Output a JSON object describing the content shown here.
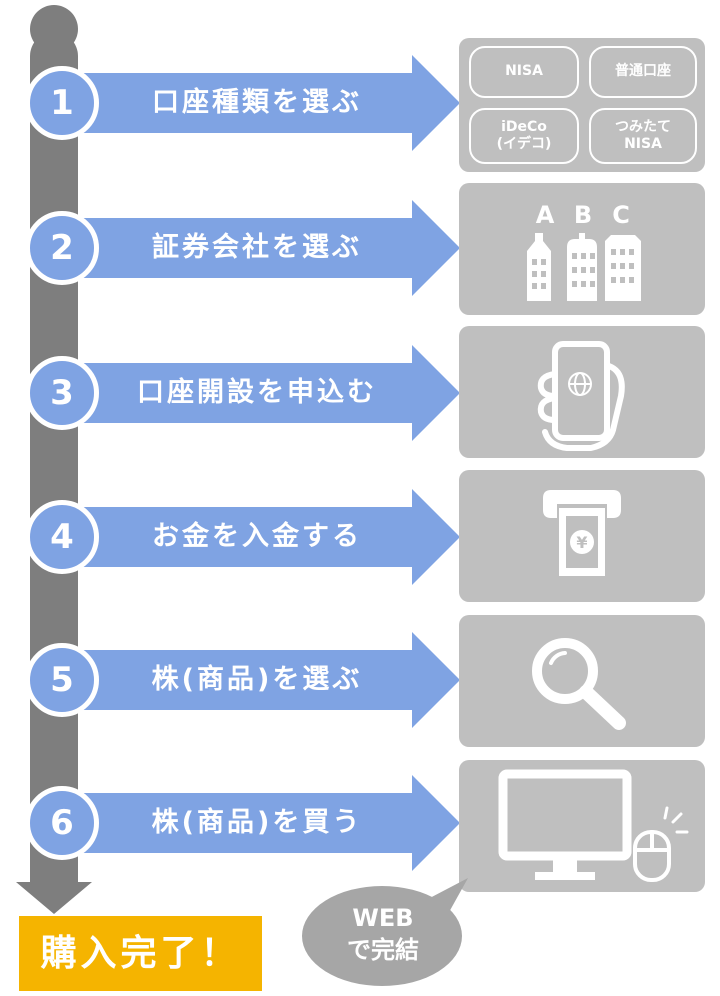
{
  "colors": {
    "accent": "#7fa3e3",
    "timeline": "#7e7e7e",
    "panel": "#bfbfbf",
    "complete": "#f5b400"
  },
  "steps": [
    {
      "number": "1",
      "label": "口座種類を選ぶ",
      "icon": "account-types"
    },
    {
      "number": "2",
      "label": "証券会社を選ぶ",
      "icon": "buildings-icon"
    },
    {
      "number": "3",
      "label": "口座開設を申込む",
      "icon": "smartphone-icon"
    },
    {
      "number": "4",
      "label": "お金を入金する",
      "icon": "atm-cash-icon"
    },
    {
      "number": "5",
      "label": "株(商品)を選ぶ",
      "icon": "magnifier-icon"
    },
    {
      "number": "6",
      "label": "株(商品)を買う",
      "icon": "computer-mouse-icon"
    }
  ],
  "account_types": [
    {
      "label": "NISA"
    },
    {
      "label": "普通口座"
    },
    {
      "label": "iDeCo\n(イデコ)"
    },
    {
      "label": "つみたて\nNISA"
    }
  ],
  "companies": {
    "a": "A",
    "b": "B",
    "c": "C"
  },
  "completion": {
    "label": "購入完了！"
  },
  "web_bubble": {
    "line1": "WEB",
    "line2": "で完結"
  }
}
